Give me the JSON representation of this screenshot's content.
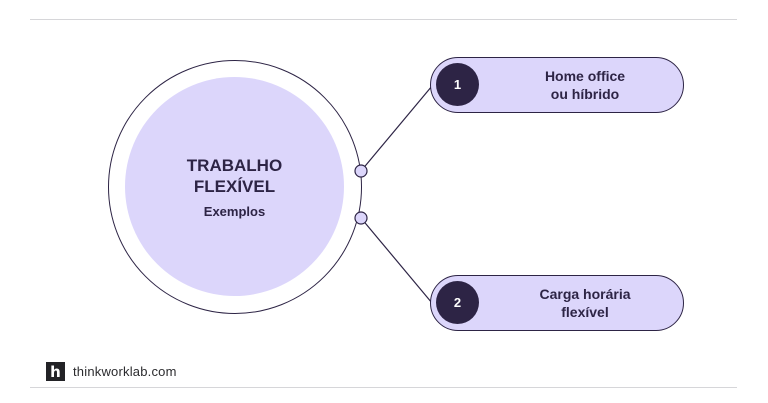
{
  "center": {
    "title_line1": "TRABALHO",
    "title_line2": "FLEXÍVEL",
    "subtitle": "Exemplos"
  },
  "items": [
    {
      "number": "1",
      "line1": "Home office",
      "line2": "ou híbrido"
    },
    {
      "number": "2",
      "line1": "Carga horária",
      "line2": "flexível"
    }
  ],
  "footer": {
    "logo_letter": "h",
    "site": "thinkworklab.com"
  },
  "colors": {
    "dark": "#2d2445",
    "lavender": "#dcd6fb",
    "rule": "#d6d6d9"
  }
}
